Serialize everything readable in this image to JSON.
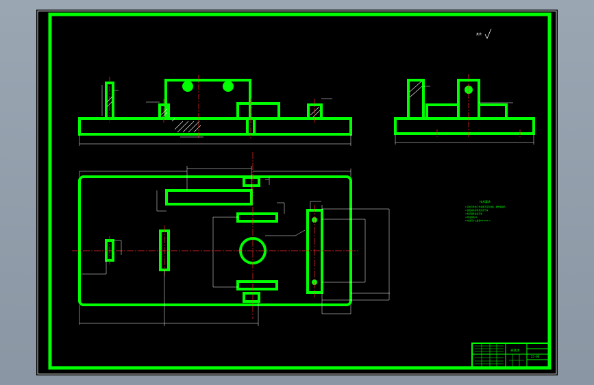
{
  "drawing": {
    "title_block": {
      "drawing_name": "夹具体",
      "drawing_number": "ZJ-00"
    },
    "technical_requirements": {
      "heading": "技术要求",
      "lines": [
        "1.定位元件的工作表面不应有划痕、碰伤等缺陷",
        "2.装配前各零件须清洗干净",
        "3.各紧固件连接可靠",
        "4.未注倒角C1",
        "5.未注尺寸公差按GB1804-m"
      ]
    },
    "surface_finish_note": "其余",
    "colors": {
      "outline": "#00ff00",
      "centerline": "#ff2a2a",
      "dimension": "#ffffff",
      "background": "#000000",
      "frame_outer": "#9aa6b2"
    }
  }
}
